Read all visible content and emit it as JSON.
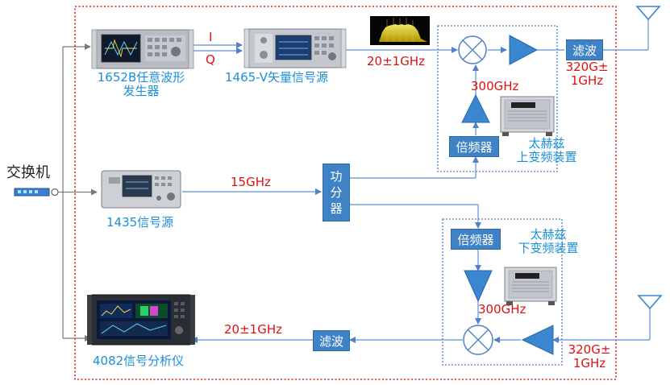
{
  "switch": {
    "label": "交换机"
  },
  "awg": {
    "label_line1": "1652B任意波形",
    "label_line2": "发生器"
  },
  "iq": {
    "i_label": "I",
    "q_label": "Q"
  },
  "vsg": {
    "label": "1465-V矢量信号源"
  },
  "up_if_freq": "20±1GHz",
  "lo_source": {
    "label": "1435信号源"
  },
  "lo_freq": "15GHz",
  "power_splitter": {
    "chars": [
      "功",
      "分",
      "器"
    ]
  },
  "upconverter": {
    "multiplier_label": "倍频器",
    "lo_freq": "300GHz",
    "filter_label": "滤波",
    "rf_line1": "320G±",
    "rf_line2": "1GHz",
    "name_line1": "太赫兹",
    "name_line2": "上变频装置"
  },
  "downconverter": {
    "multiplier_label": "倍频器",
    "lo_freq": "300GHz",
    "rf_line1": "320G±",
    "rf_line2": "1GHz",
    "name_line1": "太赫兹",
    "name_line2": "下变频装置"
  },
  "down_if_filter": "滤波",
  "down_if_freq": "20±1GHz",
  "analyzer": {
    "label": "4082信号分析仪"
  },
  "colors": {
    "frame_red": "#e02020",
    "module_blue": "#3a86d0",
    "line_blue": "#5b8fd6",
    "text_blue": "#1b8fd8",
    "text_red": "#e01010"
  }
}
